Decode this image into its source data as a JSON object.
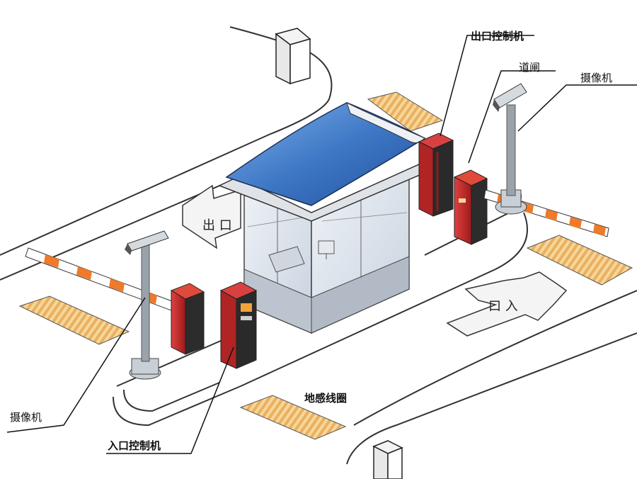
{
  "labels": {
    "exit_controller": "出口控制机",
    "barrier_gate": "道闸",
    "camera_right": "摄像机",
    "camera_left": "摄像机",
    "entrance_controller": "入口控制机",
    "loop_detector": "地感线圈"
  },
  "arrows": {
    "exit_text": "出 口",
    "entry_text": "口 入"
  },
  "colors": {
    "road_line": "#333333",
    "roof_blue": "#3f78c6",
    "booth_glass": "#d9e1ec",
    "booth_base": "#bcc4cf",
    "machine_red": "#c62a2a",
    "machine_dark": "#2a2a2a",
    "loop_yellow": "#f2c16a",
    "barrier_orange": "#ef7a2a",
    "pole_gray": "#9aa2aa"
  }
}
